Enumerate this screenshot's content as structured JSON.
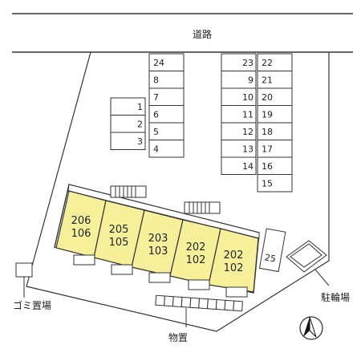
{
  "road": {
    "label": "道路"
  },
  "parking_left_col_a": [
    "1",
    "2",
    "3"
  ],
  "parking_left_col_b": [
    "24",
    "8",
    "7",
    "6",
    "5",
    "4"
  ],
  "parking_right_col_a": [
    "23",
    "9",
    "10",
    "11",
    "12",
    "13",
    "14"
  ],
  "parking_right_col_b": [
    "22",
    "21",
    "20",
    "19",
    "18",
    "17",
    "16",
    "15"
  ],
  "parking_extra": "25",
  "building_units": [
    {
      "upper": "206",
      "lower": "106"
    },
    {
      "upper": "205",
      "lower": "105"
    },
    {
      "upper": "203",
      "lower": "103"
    },
    {
      "upper": "202",
      "lower": "102"
    },
    {
      "upper": "202",
      "lower": "102"
    }
  ],
  "labels": {
    "garbage": "ゴミ置場",
    "storage": "物置",
    "bicycle": "駐輪場"
  },
  "colors": {
    "unit_fill": "#f6f09a",
    "line": "#333333"
  },
  "icons": {
    "north": "north-arrow-icon"
  }
}
